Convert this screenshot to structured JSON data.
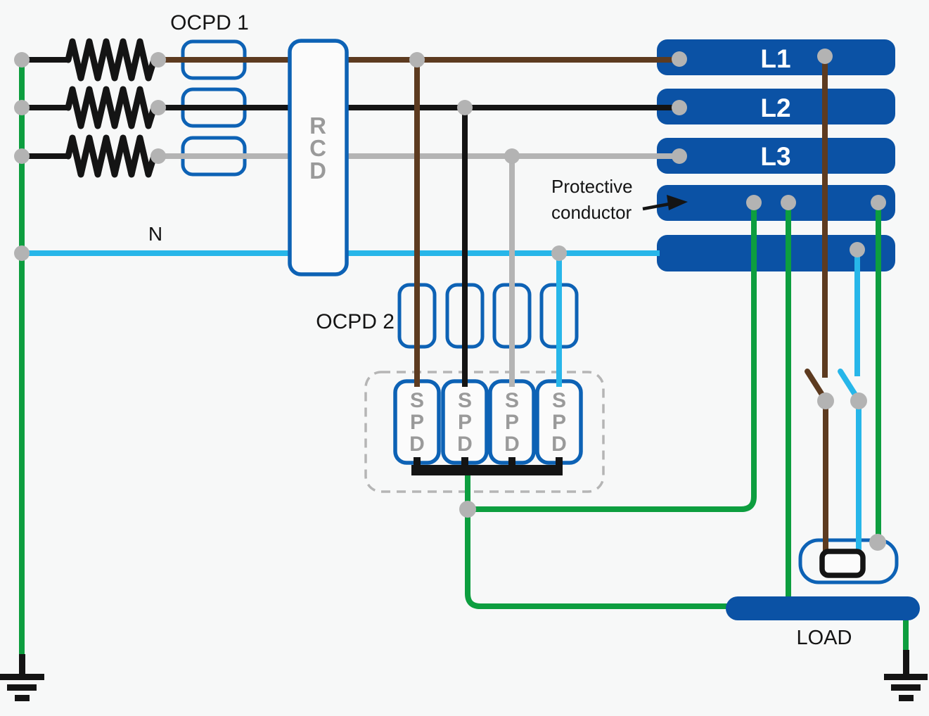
{
  "labels": {
    "ocpd1": "OCPD 1",
    "ocpd2": "OCPD 2",
    "neutral": "N",
    "protective_line1": "Protective",
    "protective_line2": "conductor",
    "load": "LOAD"
  },
  "busbars": {
    "l1": "L1",
    "l2": "L2",
    "l3": "L3"
  },
  "rcd_letters": [
    "R",
    "C",
    "D"
  ],
  "spd_letters": [
    "S",
    "P",
    "D"
  ],
  "colors": {
    "background": "#f7f8f8",
    "busbar_blue": "#0b52a5",
    "component_blue": "#0d62b5",
    "wire_brown": "#5d3b20",
    "wire_black": "#141414",
    "wire_gray": "#b4b4b4",
    "wire_cyan": "#27b6e9",
    "wire_green": "#0d9e3f",
    "junction_gray": "#b3b3b3",
    "component_letter_gray": "#9a9a9a"
  }
}
